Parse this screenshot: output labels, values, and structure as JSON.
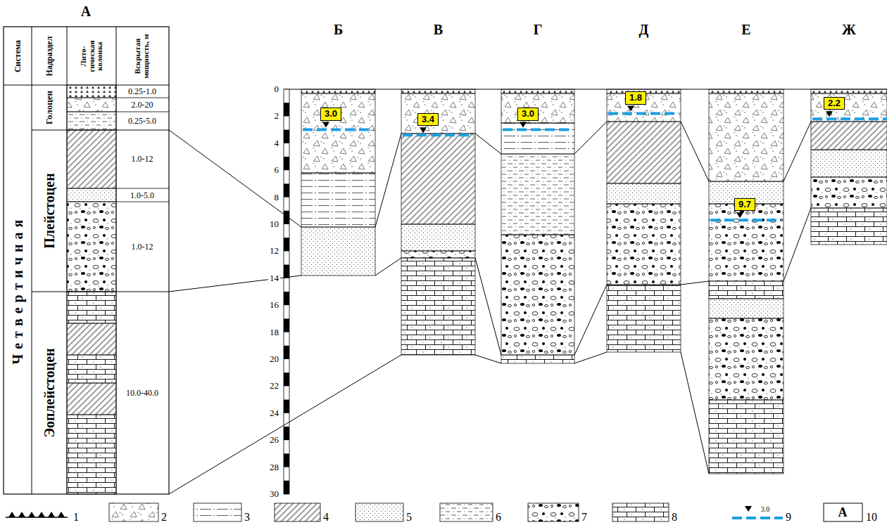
{
  "diagram": {
    "nodes": [
      {
        "text": [
          "3.0"
        ]
      },
      {
        "text": [
          "3.4"
        ]
      },
      {
        "text": [
          "3.0"
        ]
      },
      {
        "text": [
          "1.8"
        ]
      },
      {
        "text": [
          "9.7"
        ]
      },
      {
        "text": [
          "2.2"
        ]
      }
    ],
    "labels": [
      "А",
      "Система",
      "Надраздел",
      "Лито- гическая колонка",
      "Вскрытая мощность, м",
      "Четвертичная",
      "Голоцен",
      "0.25-1.0",
      "2.0-20",
      "0.25-5.0",
      "Плейстоцен",
      "1.0-12",
      "1.0-5.0",
      "1.0-12",
      "Эоплейстоцен",
      "10.0-40.0",
      "Б",
      "В",
      "Г",
      "Д",
      "Е",
      "Ж",
      "0",
      "2",
      "4",
      "6",
      "8",
      "10",
      "12",
      "14",
      "16",
      "18",
      "20",
      "22",
      "24",
      "26",
      "28",
      "30",
      "3.0",
      "А"
    ],
    "legend": [
      {
        "text": "1"
      },
      {
        "text": "2"
      },
      {
        "text": "3"
      },
      {
        "text": "4"
      },
      {
        "text": "5"
      },
      {
        "text": "6"
      },
      {
        "text": "7"
      },
      {
        "text": "8"
      },
      {
        "text": "9"
      },
      {
        "text": "10"
      }
    ]
  }
}
